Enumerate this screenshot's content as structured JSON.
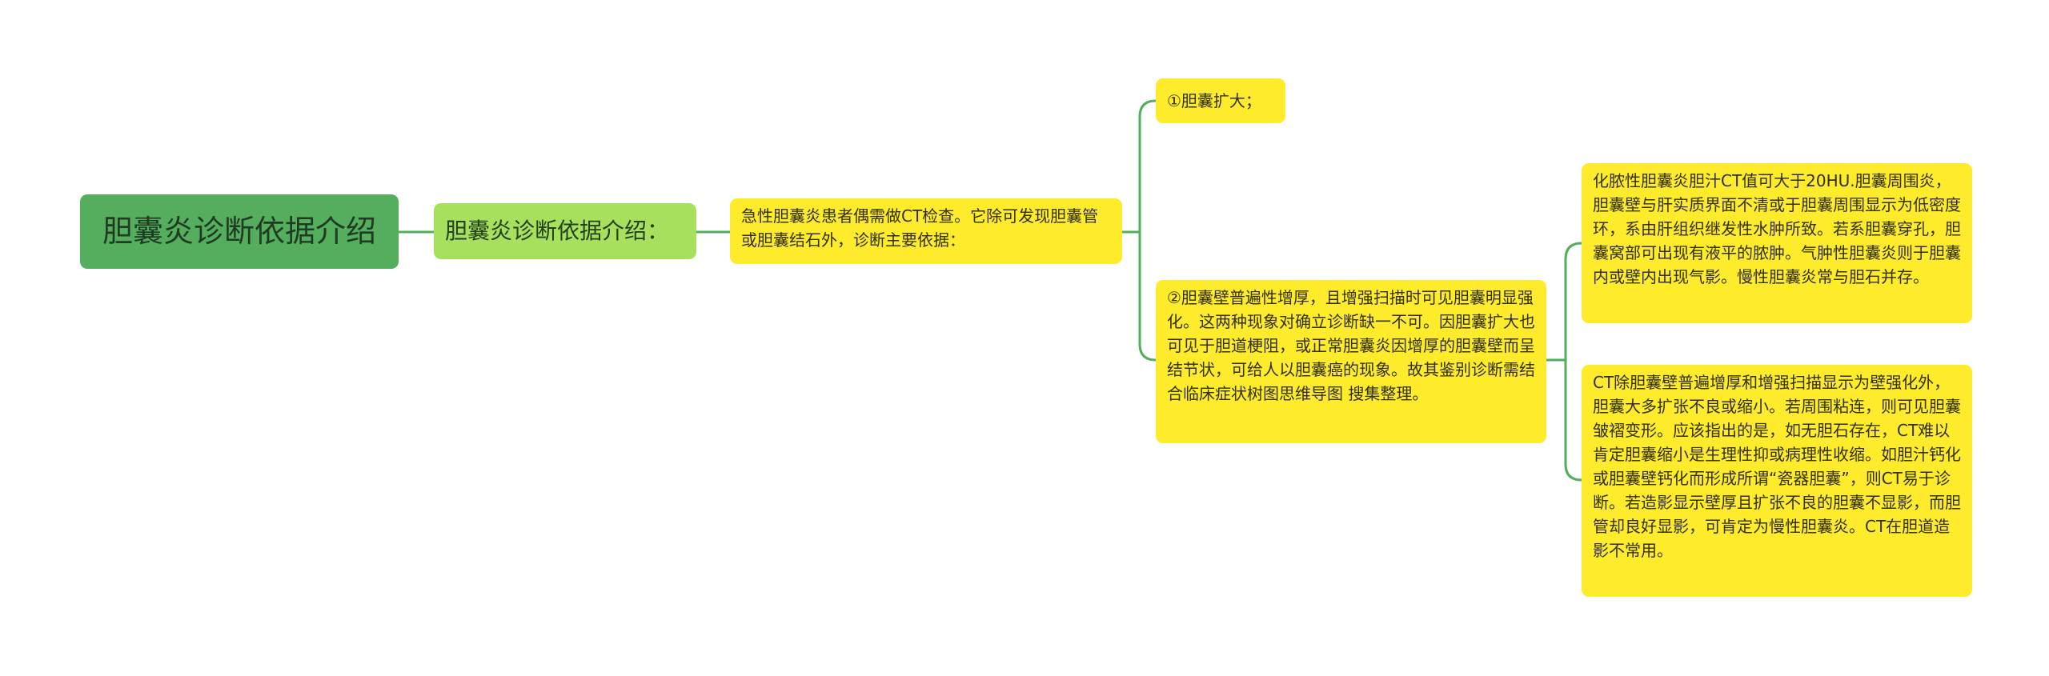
{
  "colors": {
    "connector": "#55ad5e",
    "root_fill": "#55ad5e",
    "level1_fill": "#a6e05c",
    "leaf_fill": "#fdeb2c"
  },
  "root": {
    "label": "胆囊炎诊断依据介绍"
  },
  "level1": {
    "label": "胆囊炎诊断依据介绍："
  },
  "level2": {
    "text": "急性胆囊炎患者偶需做CT检查。它除可发现胆囊管或胆囊结石外，诊断主要依据："
  },
  "level3": [
    {
      "text": "①胆囊扩大；"
    },
    {
      "text": "②胆囊壁普遍性增厚，且增强扫描时可见胆囊明显强化。这两种现象对确立诊断缺一不可。因胆囊扩大也可见于胆道梗阻，或正常胆囊炎因增厚的胆囊壁而呈结节状，可给人以胆囊癌的现象。故其鉴别诊断需结合临床症状树图思维导图 搜集整理。"
    }
  ],
  "level4": [
    {
      "text": "化脓性胆囊炎胆汁CT值可大于20HU.胆囊周围炎，胆囊壁与肝实质界面不清或于胆囊周围显示为低密度环，系由肝组织继发性水肿所致。若系胆囊穿孔，胆囊窝部可出现有液平的脓肿。气肿性胆囊炎则于胆囊内或壁内出现气影。慢性胆囊炎常与胆石并存。"
    },
    {
      "text": "CT除胆囊壁普遍增厚和增强扫描显示为壁强化外，胆囊大多扩张不良或缩小。若周围粘连，则可见胆囊皱褶变形。应该指出的是，如无胆石存在，CT难以肯定胆囊缩小是生理性抑或病理性收缩。如胆汁钙化或胆囊壁钙化而形成所谓“瓷器胆囊”，则CT易于诊断。若造影显示壁厚且扩张不良的胆囊不显影，而胆管却良好显影，可肯定为慢性胆囊炎。CT在胆道造影不常用。"
    }
  ]
}
